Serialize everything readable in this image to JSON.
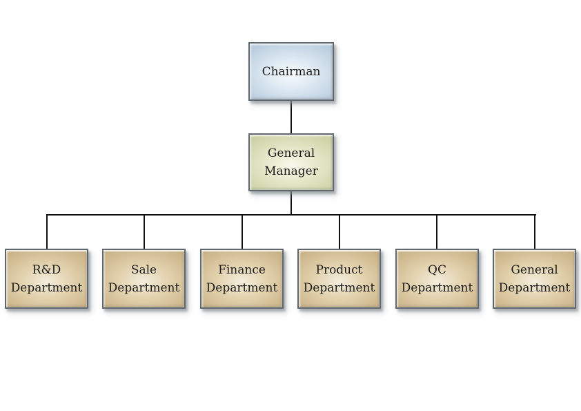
{
  "chart": {
    "type": "org-chart",
    "chairman": {
      "label": "Chairman",
      "fill": "#c3d4e4"
    },
    "general_manager": {
      "label": "General\nManager",
      "fill": "#d9ddb9"
    },
    "departments": [
      {
        "label": "R&D\nDepartment"
      },
      {
        "label": "Sale\nDepartment"
      },
      {
        "label": "Finance\nDepartment"
      },
      {
        "label": "Product\nDepartment"
      },
      {
        "label": "QC\nDepartment"
      },
      {
        "label": "General\nDepartment"
      }
    ],
    "department_fill": "#d9c49c",
    "hierarchy": "Chairman > General Manager > [R&D, Sale, Finance, Product, QC, General] Departments"
  },
  "colors": {
    "chairman-center": "#f8fbfd",
    "chairman-mid": "#dce8f1",
    "chairman-edge": "#b7cbdd",
    "manager-center": "#f7f8eb",
    "manager-mid": "#e5e8ca",
    "manager-edge": "#cbd1a3",
    "dept-center": "#f3eddd",
    "dept-mid": "#e2d2ae",
    "dept-edge": "#c9b286",
    "border-color": "#5f686e",
    "line-color": "#111111",
    "text-color": "#1a1a1a"
  }
}
